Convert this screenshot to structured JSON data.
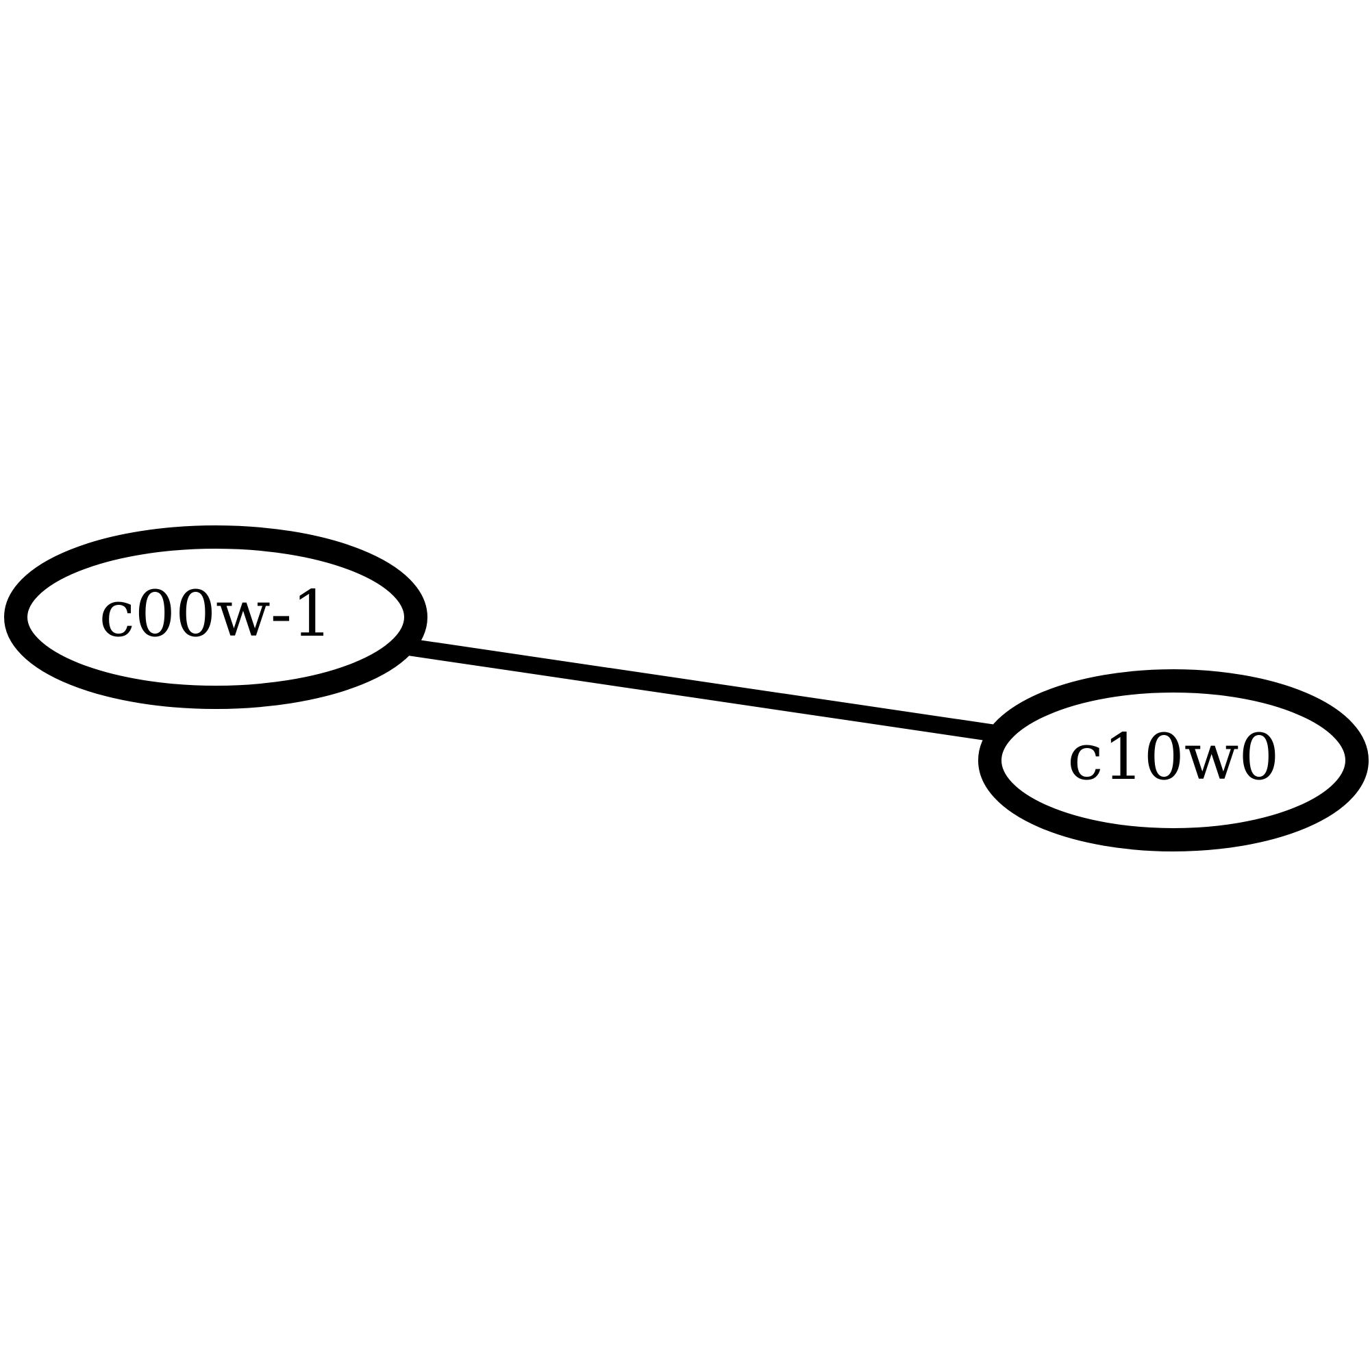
{
  "graph": {
    "nodes": [
      {
        "id": "n0",
        "label": "c00w-1"
      },
      {
        "id": "n1",
        "label": "c10w0"
      }
    ],
    "edges": [
      {
        "from": "n0",
        "to": "n1"
      }
    ]
  }
}
